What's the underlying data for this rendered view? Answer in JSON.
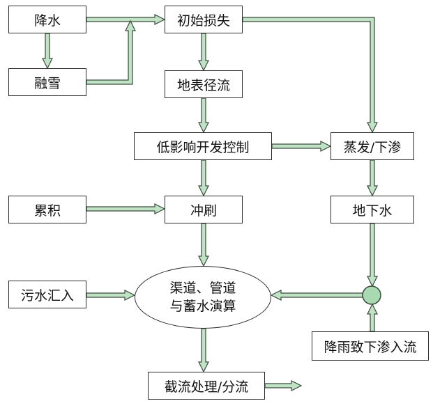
{
  "colors": {
    "arrow_fill": "#bfe3c4",
    "arrow_stroke": "#3a4a3c",
    "box_border": "#2a2a2a",
    "junction_fill": "#a8d9b0"
  },
  "nodes": {
    "precipitation": "降水",
    "initial_loss": "初始损失",
    "snowmelt": "融雪",
    "surface_runoff": "地表径流",
    "lid_control": "低影响开发控制",
    "evap_infiltration": "蒸发/下渗",
    "accumulation": "累积",
    "washoff": "冲刷",
    "groundwater": "地下水",
    "sewage_inflow": "污水汇入",
    "routing_line1": "渠道、管道",
    "routing_line2": "与蓄水演算",
    "rdii": "降雨致下渗入流",
    "treatment": "截流处理/分流"
  }
}
